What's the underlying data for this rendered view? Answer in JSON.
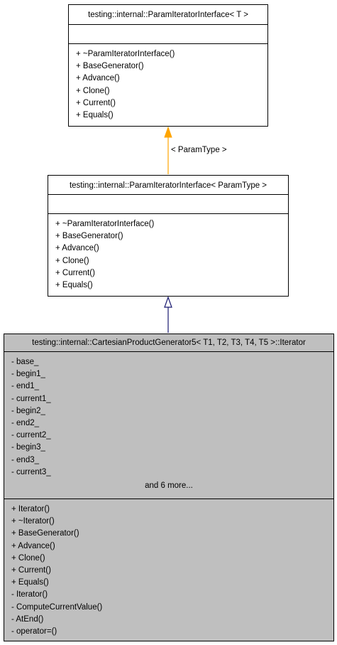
{
  "diagram": {
    "top_class": {
      "title": "testing::internal::ParamIteratorInterface< T >",
      "methods": [
        "+ ~ParamIteratorInterface()",
        "+ BaseGenerator()",
        "+ Advance()",
        "+ Clone()",
        "+ Current()",
        "+ Equals()"
      ]
    },
    "middle_class": {
      "title": "testing::internal::ParamIteratorInterface< ParamType >",
      "methods": [
        "+ ~ParamIteratorInterface()",
        "+ BaseGenerator()",
        "+ Advance()",
        "+ Clone()",
        "+ Current()",
        "+ Equals()"
      ]
    },
    "bottom_class": {
      "title": "testing::internal::CartesianProductGenerator5< T1, T2, T3, T4, T5 >::Iterator",
      "attributes": [
        "- base_",
        "- begin1_",
        "- end1_",
        "- current1_",
        "- begin2_",
        "- end2_",
        "- current2_",
        "- begin3_",
        "- end3_",
        "- current3_"
      ],
      "more_label": "and 6 more...",
      "methods": [
        "+ Iterator()",
        "+ ~Iterator()",
        "+ BaseGenerator()",
        "+ Advance()",
        "+ Clone()",
        "+ Current()",
        "+ Equals()",
        "- Iterator()",
        "- ComputeCurrentValue()",
        "- AtEnd()",
        "- operator=()"
      ]
    },
    "template_edge_label": "< ParamType >",
    "colors": {
      "template_edge": "#ffa500",
      "inheritance_edge": "#191970",
      "highlight_box": "#bfbfbf"
    }
  }
}
